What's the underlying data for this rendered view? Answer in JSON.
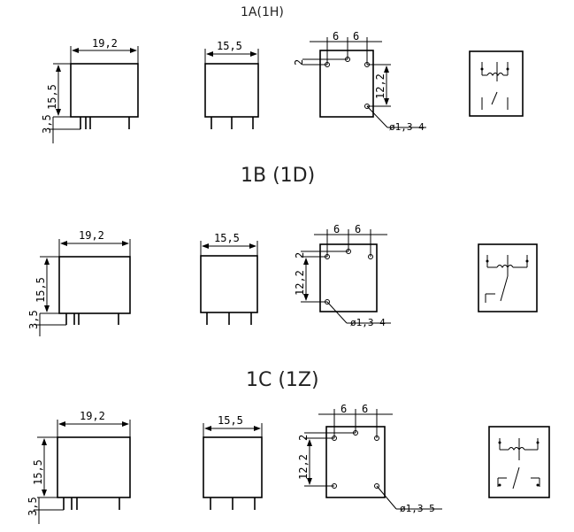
{
  "titles": {
    "section1": "1A(1H)",
    "section2": "1B (1D)",
    "section3": "1C (1Z)"
  },
  "dimensions": {
    "width": "19,2",
    "depth": "15,5",
    "height": "15,5",
    "pin_length": "3,5",
    "pin_pitch_a": "6",
    "pin_pitch_b": "6",
    "pin_row_offset": "2",
    "pin_span": "12,2"
  },
  "holes": {
    "section1": "ø1,3-4",
    "section2": "ø1,3-4",
    "section3": "ø1,3-5"
  }
}
